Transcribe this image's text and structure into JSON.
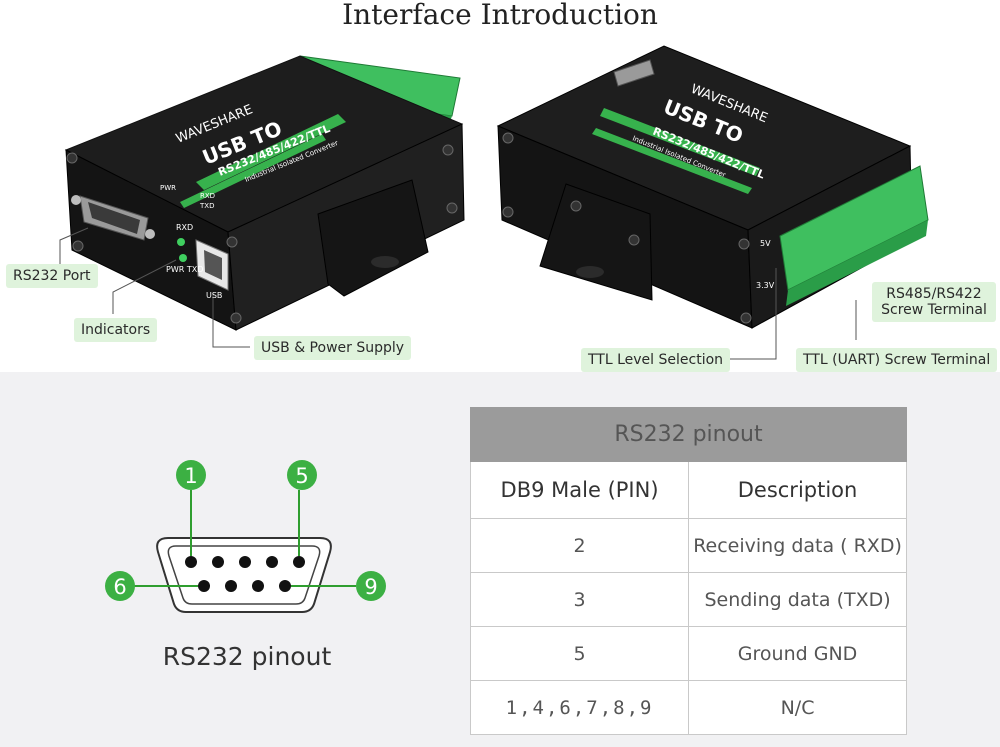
{
  "header": {
    "title": "Interface Introduction"
  },
  "device_left": {
    "brand": "WAVESHARE",
    "product_line1": "USB TO",
    "product_line2": "RS232/485/422/TTL",
    "product_line3": "Industrial Isolated Converter",
    "port_labels": {
      "rxd": "RXD",
      "pwr_txd": "PWR TXD",
      "usb": "USB",
      "pwr": "PWR",
      "rxd2": "RXD",
      "txd2": "TXD"
    }
  },
  "device_right": {
    "brand": "WAVESHARE",
    "product_line1": "USB TO",
    "product_line2": "RS232/485/422/TTL",
    "product_line3": "Industrial Isolated Converter",
    "voltage_labels": {
      "v5": "5V",
      "v33": "3.3V"
    }
  },
  "callouts": {
    "rs232_port": "RS232 Port",
    "indicators": "Indicators",
    "usb_power": "USB & Power Supply",
    "ttl_level": "TTL Level Selection",
    "rs485_line1": "RS485/RS422",
    "rs485_line2": "Screw Terminal",
    "ttl_uart": "TTL (UART) Screw Terminal"
  },
  "pin_diagram": {
    "caption": "RS232 pinout",
    "markers": {
      "p1": "1",
      "p5": "5",
      "p6": "6",
      "p9": "9"
    }
  },
  "pinout_table": {
    "title": "RS232 pinout",
    "headers": [
      "DB9 Male (PIN)",
      "Description"
    ],
    "rows": [
      {
        "pin": "2",
        "desc": "Receiving data ( RXD)"
      },
      {
        "pin": "3",
        "desc": "Sending data (TXD)"
      },
      {
        "pin": "5",
        "desc": "Ground GND"
      },
      {
        "pin": "1,4,6,7,8,9",
        "desc": "N/C"
      }
    ]
  },
  "colors": {
    "accent_green": "#2f9e2f",
    "callout_bg": "#dff3dc",
    "terminal_green": "#3fbf5f",
    "table_head": "#9b9b9b"
  }
}
